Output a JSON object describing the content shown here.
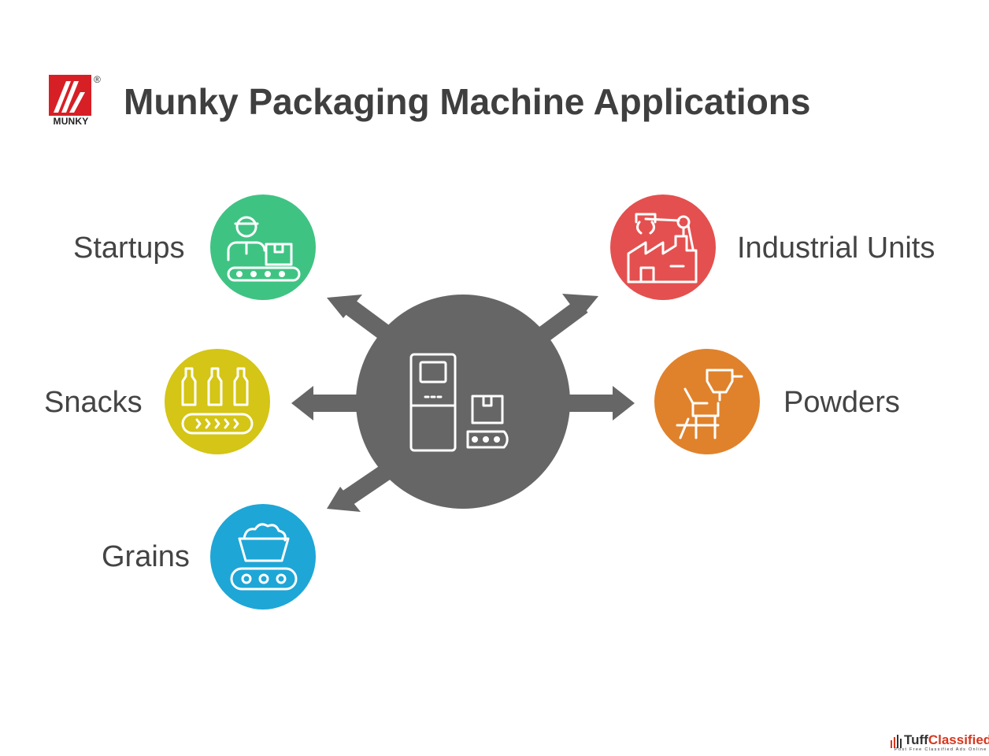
{
  "header": {
    "title": "Munky Packaging Machine Applications",
    "logo_text": "MUNKY",
    "logo_reg": "®"
  },
  "center": {
    "icon": "packaging-machine-icon",
    "color": "#666666"
  },
  "applications": [
    {
      "label": "Startups",
      "color": "#3fc383",
      "icon": "worker-conveyor-icon"
    },
    {
      "label": "Snacks",
      "color": "#d4c516",
      "icon": "bottles-conveyor-icon"
    },
    {
      "label": "Grains",
      "color": "#1ea6d6",
      "icon": "grain-basket-conveyor-icon"
    },
    {
      "label": "Industrial Units",
      "color": "#e4504f",
      "icon": "factory-robot-arm-icon"
    },
    {
      "label": "Powders",
      "color": "#e0822b",
      "icon": "powder-filling-machine-icon"
    }
  ],
  "colors": {
    "logo_red": "#d71f26",
    "title": "#3f3f3f",
    "arrow": "#666666"
  },
  "watermark": {
    "brand_a": "Tuff",
    "brand_b": "Classified",
    "tagline": "Post Free Classified Ads Online"
  }
}
